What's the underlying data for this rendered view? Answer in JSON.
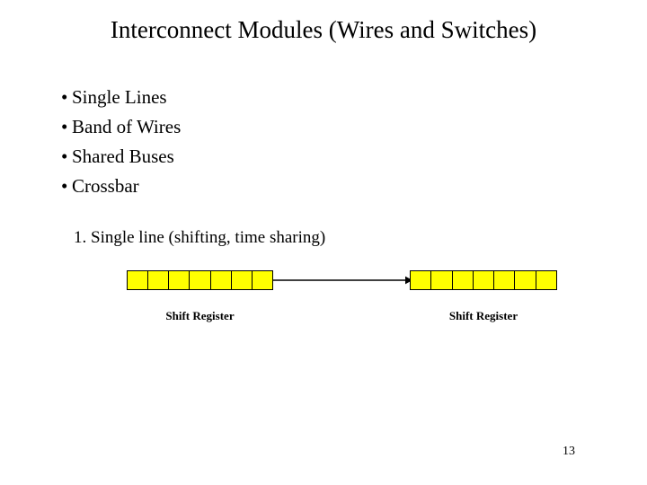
{
  "slide": {
    "title": "Interconnect Modules (Wires and Switches)",
    "page_number": "13",
    "background_color": "#ffffff",
    "text_color": "#000000"
  },
  "bullets": {
    "marker": "•",
    "items": [
      {
        "label": "Single Lines"
      },
      {
        "label": "Band of Wires"
      },
      {
        "label": "Shared Buses"
      },
      {
        "label": "Crossbar"
      }
    ]
  },
  "numbered_item": {
    "text": "1. Single line (shifting, time sharing)"
  },
  "diagram": {
    "fill_color": "#ffff00",
    "stroke_color": "#000000",
    "registers": [
      {
        "name": "shift-register-left",
        "label": "Shift Register",
        "cells": 7
      },
      {
        "name": "shift-register-right",
        "label": "Shift Register",
        "cells": 7
      }
    ],
    "connector": {
      "name": "single-line-arrow",
      "direction": "left-to-right",
      "arrowhead": "right"
    }
  }
}
